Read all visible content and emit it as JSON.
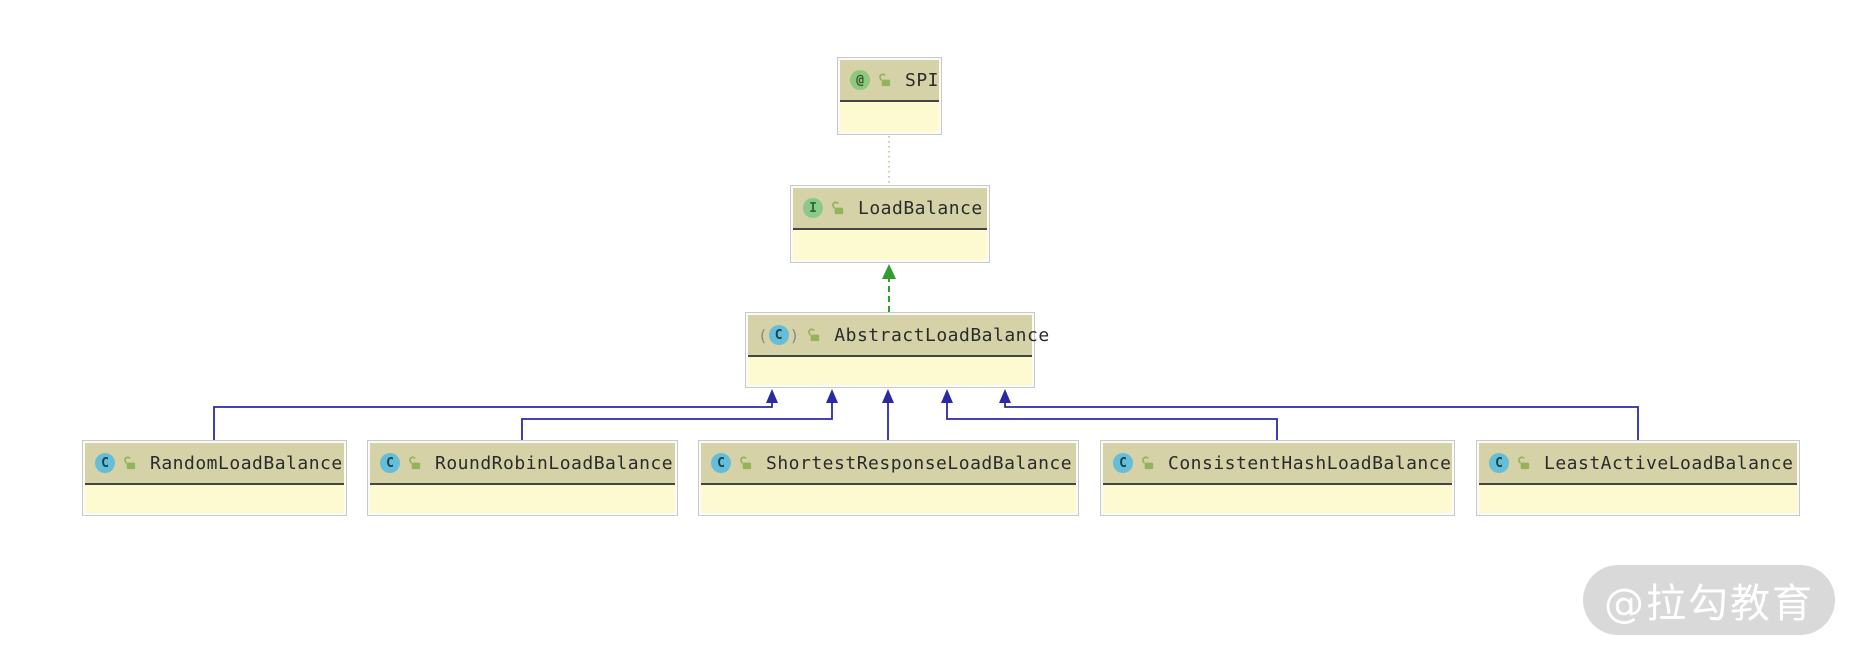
{
  "diagram": {
    "nodes": {
      "spi": {
        "label": "SPI",
        "kind": "annotation"
      },
      "load_balance": {
        "label": "LoadBalance",
        "kind": "interface"
      },
      "abstract_load_balance": {
        "label": "AbstractLoadBalance",
        "kind": "abstract-class"
      },
      "random": {
        "label": "RandomLoadBalance",
        "kind": "class"
      },
      "round_robin": {
        "label": "RoundRobinLoadBalance",
        "kind": "class"
      },
      "shortest_response": {
        "label": "ShortestResponseLoadBalance",
        "kind": "class"
      },
      "consistent_hash": {
        "label": "ConsistentHashLoadBalance",
        "kind": "class"
      },
      "least_active": {
        "label": "LeastActiveLoadBalance",
        "kind": "class"
      }
    },
    "icons": {
      "annotation_glyph": "@",
      "interface_glyph": "I",
      "class_glyph": "C",
      "abstract_paren_open": "(",
      "abstract_paren_close": ")"
    },
    "relations": {
      "implements": "AbstractLoadBalance implements LoadBalance",
      "annotated": "LoadBalance annotated with SPI",
      "extends": "RandomLoadBalance, RoundRobinLoadBalance, ShortestResponseLoadBalance, ConsistentHashLoadBalance, LeastActiveLoadBalance extend AbstractLoadBalance"
    },
    "colors": {
      "node_header": "#d5d2a7",
      "node_body": "#fdf9d0",
      "node_border": "#c9c9c9",
      "divider": "#454545",
      "extends_arrow": "#2a2aa5",
      "implements_arrow": "#2f9e2f",
      "annotation_link": "#b9b98a",
      "class_icon": "#65bdd8",
      "interface_icon": "#8bc88b",
      "annotation_icon": "#8dc87e",
      "lock_icon": "#94b35c",
      "watermark_bg": "#d9d9d9"
    }
  },
  "watermark": {
    "text": "@拉勾教育"
  }
}
